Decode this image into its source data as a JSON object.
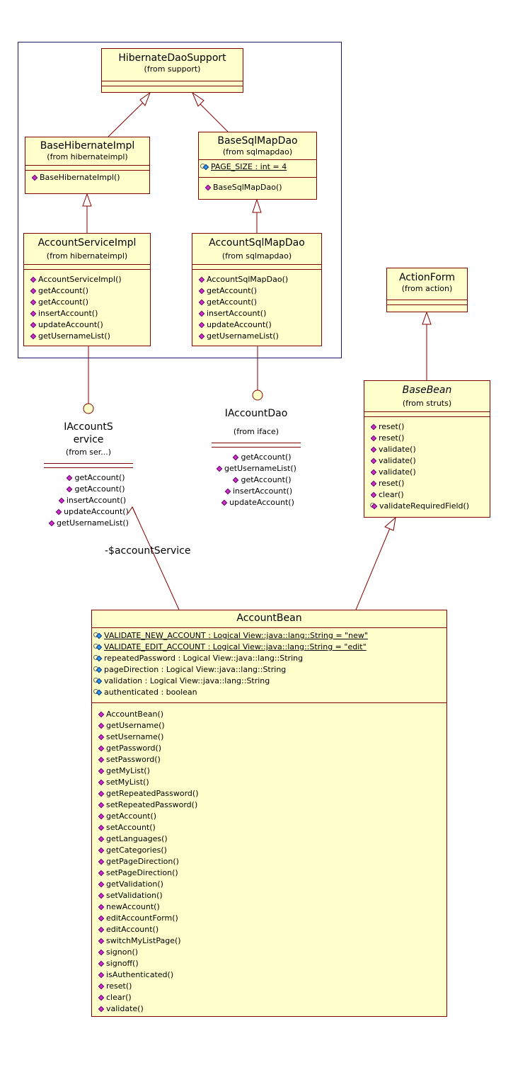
{
  "classes": {
    "hibernate_dao_support": {
      "name": "HibernateDaoSupport",
      "from": "(from support)"
    },
    "base_hibernate_impl": {
      "name": "BaseHibernateImpl",
      "from": "(from hibernateimpl)",
      "operations": [
        "BaseHibernateImpl()"
      ]
    },
    "base_sql_map_dao": {
      "name": "BaseSqlMapDao",
      "from": "(from sqlmapdao)",
      "attributes": [
        "PAGE_SIZE : int = 4"
      ],
      "operations": [
        "BaseSqlMapDao()"
      ]
    },
    "account_service_impl": {
      "name": "AccountServiceImpl",
      "from": "(from hibernateimpl)",
      "operations": [
        "AccountServiceImpl()",
        "getAccount()",
        "getAccount()",
        "insertAccount()",
        "updateAccount()",
        "getUsernameList()"
      ]
    },
    "account_sql_map_dao": {
      "name": "AccountSqlMapDao",
      "from": "(from sqlmapdao)",
      "operations": [
        "AccountSqlMapDao()",
        "getAccount()",
        "getAccount()",
        "insertAccount()",
        "updateAccount()",
        "getUsernameList()"
      ]
    },
    "action_form": {
      "name": "ActionForm",
      "from": "(from action)"
    },
    "base_bean": {
      "name": "BaseBean",
      "from": "(from struts)",
      "operations": [
        "reset()",
        "reset()",
        "validate()",
        "validate()",
        "validate()",
        "reset()",
        "clear()",
        "validateRequiredField()"
      ]
    },
    "account_bean": {
      "name": "AccountBean",
      "attributes": [
        "VALIDATE_NEW_ACCOUNT : Logical View::java::lang::String = \"new\"",
        "VALIDATE_EDIT_ACCOUNT : Logical View::java::lang::String = \"edit\"",
        "repeatedPassword : Logical View::java::lang::String",
        "pageDirection : Logical View::java::lang::String",
        "validation : Logical View::java::lang::String",
        "authenticated : boolean"
      ],
      "operations": [
        "AccountBean()",
        "getUsername()",
        "setUsername()",
        "getPassword()",
        "setPassword()",
        "getMyList()",
        "setMyList()",
        "getRepeatedPassword()",
        "setRepeatedPassword()",
        "getAccount()",
        "setAccount()",
        "getLanguages()",
        "getCategories()",
        "getPageDirection()",
        "setPageDirection()",
        "getValidation()",
        "setValidation()",
        "newAccount()",
        "editAccountForm()",
        "editAccount()",
        "switchMyListPage()",
        "signon()",
        "signoff()",
        "isAuthenticated()",
        "reset()",
        "clear()",
        "validate()"
      ]
    }
  },
  "interfaces": {
    "i_account_service": {
      "name_line1": "IAccountS",
      "name_line2": "ervice",
      "from": "(from ser...)",
      "operations": [
        "getAccount()",
        "getAccount()",
        "insertAccount()",
        "updateAccount()",
        "getUsernameList()"
      ]
    },
    "i_account_dao": {
      "name": "IAccountDao",
      "from": "(from iface)",
      "operations": [
        "getAccount()",
        "getUsernameList()",
        "getAccount()",
        "insertAccount()",
        "updateAccount()"
      ]
    }
  },
  "association_role": "-$accountService",
  "colors": {
    "class_fill": "#ffffcc",
    "class_border": "#800000",
    "package_border": "#1a1a66",
    "operation_icon": "#cc33cc",
    "attribute_icon": "#3399ff"
  }
}
